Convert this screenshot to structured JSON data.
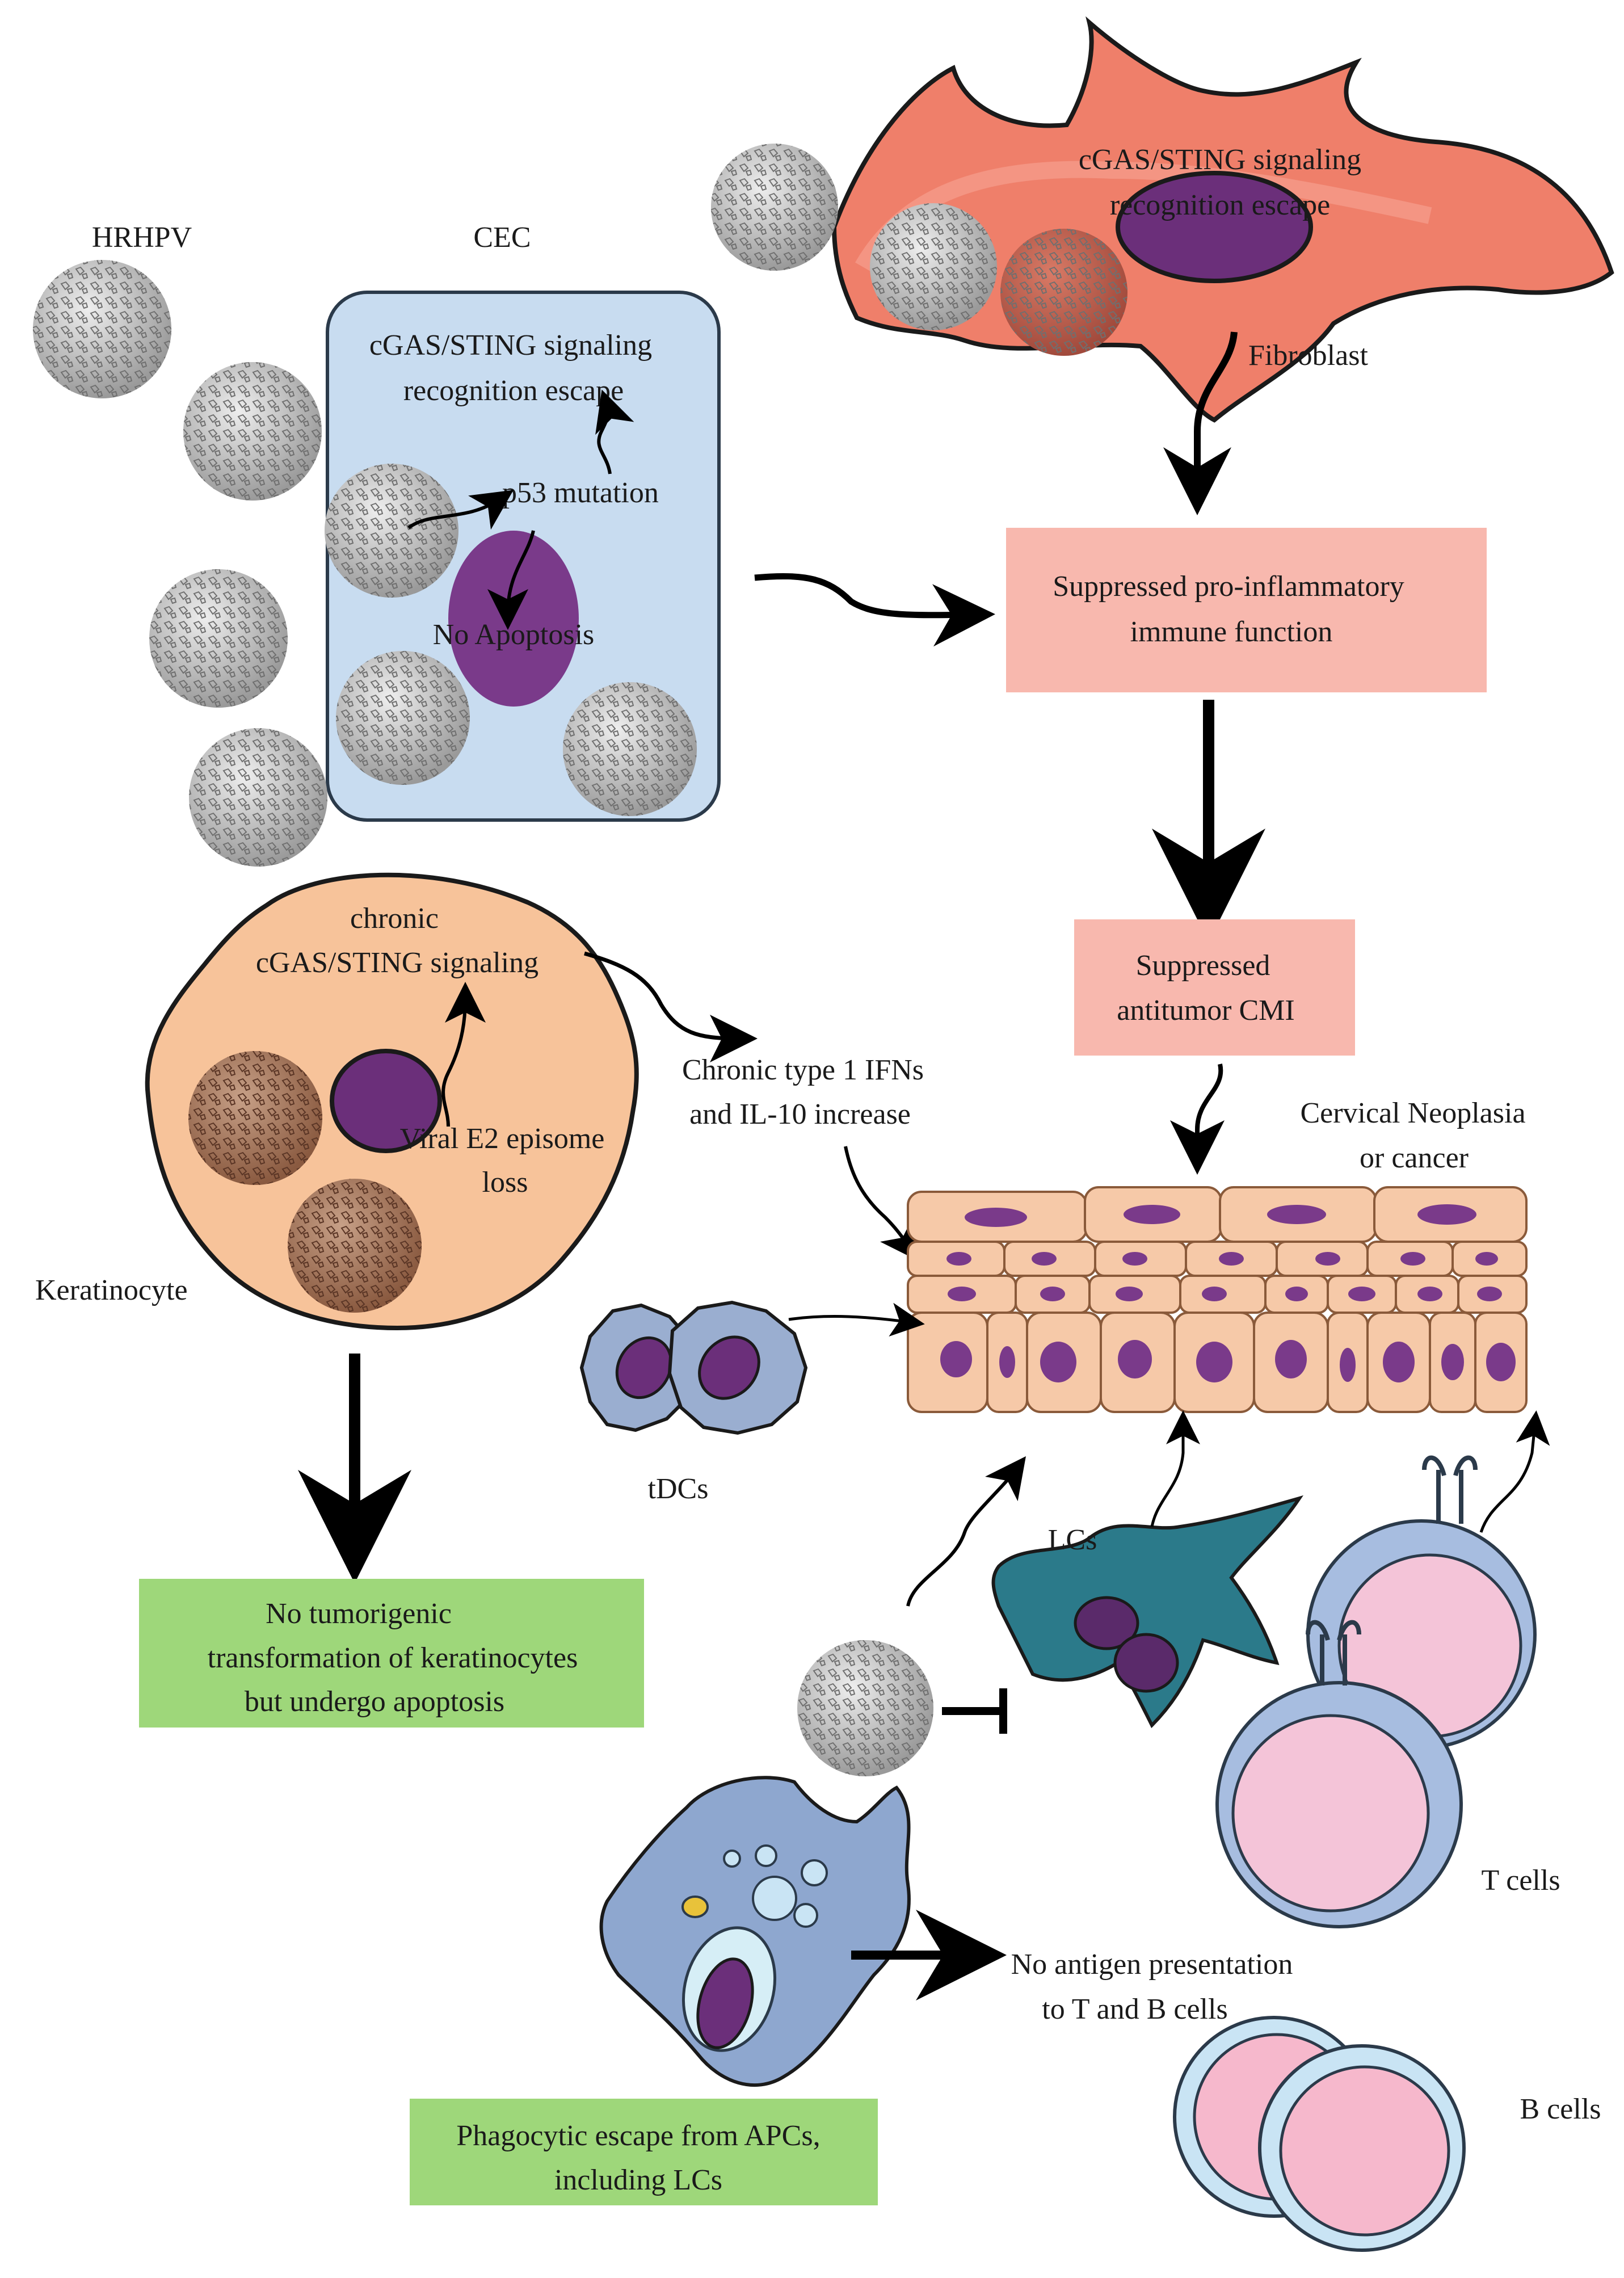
{
  "labels": {
    "hrhpv": "HRHPV",
    "cec": "CEC",
    "cec_signal_1": "cGAS/STING signaling",
    "cec_signal_2": "recognition escape",
    "p53": "p53 mutation",
    "no_apoptosis": "No Apoptosis",
    "fib_signal_1": "cGAS/STING signaling",
    "fib_signal_2": "recognition escape",
    "fibroblast": "Fibroblast",
    "kera_chronic_1": "chronic",
    "kera_chronic_2": "cGAS/STING signaling",
    "viral_e2_1": "Viral E2 episome",
    "viral_e2_2": "loss",
    "keratinocyte": "Keratinocyte",
    "chronic_ifn_1": "Chronic type 1 IFNs",
    "chronic_ifn_2": "and IL-10 increase",
    "cervical_1": "Cervical Neoplasia",
    "cervical_2": "or cancer",
    "tdcs": "tDCs",
    "lcs": "LCs",
    "t_cells": "T cells",
    "b_cells": "B cells",
    "no_antigen_1": "No antigen presentation",
    "no_antigen_2": "to T and B cells"
  },
  "boxes": {
    "suppressed_pro_1": "Suppressed pro-inflammatory",
    "suppressed_pro_2": "immune function",
    "suppressed_cmi_1": "Suppressed",
    "suppressed_cmi_2": "antitumor CMI",
    "no_tumor_1": "No tumorigenic",
    "no_tumor_2": "transformation of keratinocytes",
    "no_tumor_3": "but undergo apoptosis",
    "phago_1": "Phagocytic escape from APCs,",
    "phago_2": "including LCs"
  },
  "colors": {
    "pink_box": "#f8b8ae",
    "green_box": "#9ed77a",
    "cec_cell": "#c8dcf0",
    "fibroblast": "#ef7f6a",
    "keratinocyte": "#f7c39a",
    "nucleus": "#6b2f7a",
    "virus": "#bdbdbd",
    "epithelium": "#f6c9a8",
    "lc": "#2b7a8a",
    "t_cell": "#f4c4d8",
    "b_cell": "#f6b8cc",
    "apc": "#8ea7cf"
  }
}
